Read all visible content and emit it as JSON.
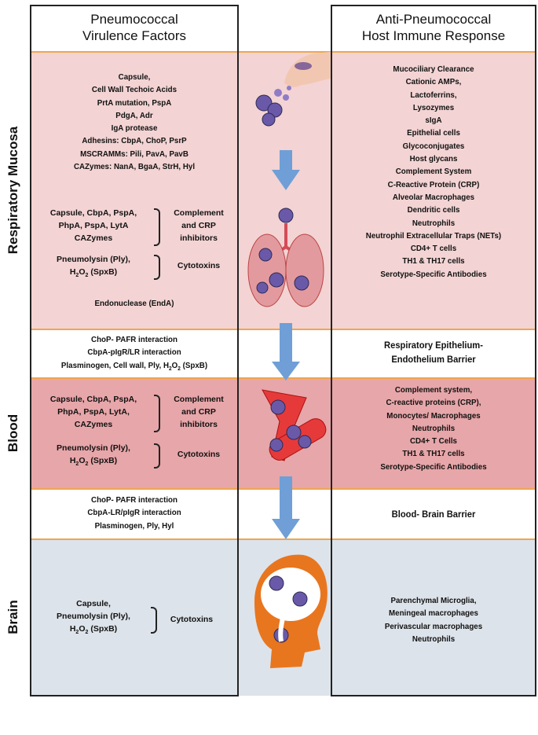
{
  "headers": {
    "left": [
      "Pneumococcal",
      "Virulence Factors"
    ],
    "right": [
      "Anti-Pneumococcal",
      "Host Immune Response"
    ]
  },
  "rows": {
    "respiratory": "Respiratory Mucosa",
    "blood": "Blood",
    "brain": "Brain"
  },
  "respiratory_left_list": [
    "Capsule,",
    "Cell Wall Techoic Acids",
    "PrtA mutation, PspA",
    "PdgA, Adr",
    "IgA protease",
    "Adhesins: CbpA, ChoP, PsrP",
    "MSCRAMMs: Pili, PavA, PavB",
    "CAZymes: NanA, BgaA, StrH, Hyl"
  ],
  "respiratory_group1": {
    "items": [
      "Capsule, CbpA, PspA,",
      "PhpA, PspA, LytA",
      "CAZymes"
    ],
    "label": [
      "Complement",
      "and CRP",
      "inhibitors"
    ]
  },
  "respiratory_group2": {
    "items": [
      "Pneumolysin (Ply),",
      "H2O2 (SpxB)"
    ],
    "label": [
      "Cytotoxins"
    ]
  },
  "respiratory_endonuclease": "Endonuclease (EndA)",
  "respiratory_right_list": [
    "Mucociliary Clearance",
    "Cationic AMPs,",
    "Lactoferrins,",
    "Lysozymes",
    "sIgA",
    "Epithelial cells",
    "Glycoconjugates",
    "Host glycans",
    "Complement System",
    "C-Reactive Protein (CRP)",
    "Alveolar Macrophages",
    "Dendritic cells",
    "Neutrophils",
    "Neutrophil Extracellular Traps (NETs)",
    "CD4+ T cells",
    "TH1 & TH17 cells",
    "Serotype-Specific Antibodies"
  ],
  "barrier1_left": [
    "ChoP- PAFR interaction",
    "CbpA-pIgR/LR interaction",
    "Plasminogen, Cell wall, Ply, H2O2 (SpxB)"
  ],
  "barrier1_right": [
    "Respiratory Epithelium-",
    "Endothelium Barrier"
  ],
  "blood_group1": {
    "items": [
      "Capsule, CbpA, PspA,",
      "PhpA, PspA, LytA,",
      "CAZymes"
    ],
    "label": [
      "Complement",
      "and CRP",
      "inhibitors"
    ]
  },
  "blood_group2": {
    "items": [
      "Pneumolysin (Ply),",
      "H2O2 (SpxB)"
    ],
    "label": [
      "Cytotoxins"
    ]
  },
  "blood_right_list": [
    "Complement system,",
    "C-reactive proteins (CRP),",
    "Monocytes/ Macrophages",
    "Neutrophils",
    "CD4+ T Cells",
    "TH1 & TH17 cells",
    "Serotype-Specific Antibodies"
  ],
  "barrier2_left": [
    "ChoP- PAFR interaction",
    "CbpA-LR/pIgR interaction",
    "Plasminogen, Ply, Hyl"
  ],
  "barrier2_right": "Blood- Brain Barrier",
  "brain_group": {
    "items": [
      "Capsule,",
      "Pneumolysin (Ply),",
      "H2O2 (SpxB)"
    ],
    "label": [
      "Cytotoxins"
    ]
  },
  "brain_right_list": [
    "Parenchymal Microglia,",
    "Meningeal macrophages",
    "Perivascular macrophages",
    "Neutrophils"
  ],
  "colors": {
    "respiratory_bg": "#f3d3d3",
    "blood_bg": "#e7a6a9",
    "brain_bg": "#dde3ea",
    "divider": "#f0a64e",
    "arrow": "#6f9fd6",
    "bacteria": "#5b4b9b",
    "vessel": "#e63a3a",
    "head": "#e8761f"
  }
}
